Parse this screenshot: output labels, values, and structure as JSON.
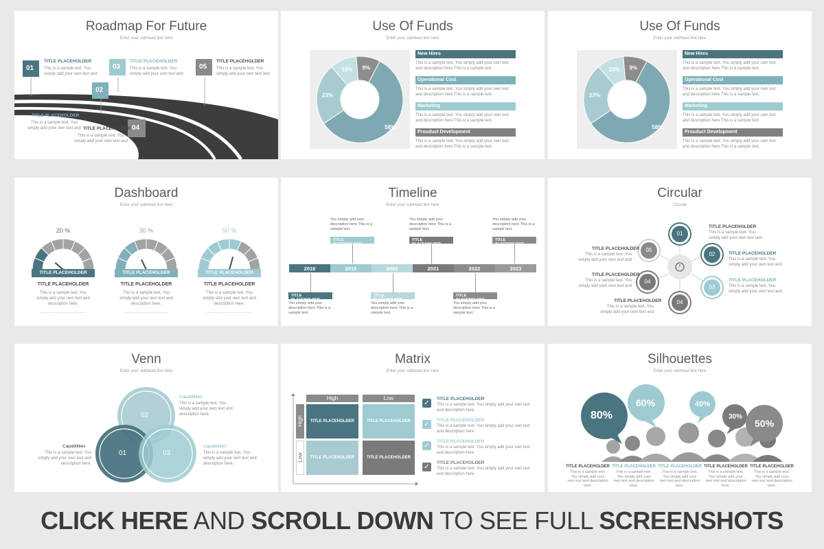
{
  "subhead": "Enter your subhead line here",
  "sample_text_a": "This is a sample text. You simply add your own text and",
  "sample_text_b": "This is a sample text. You simply add your own text and description here.",
  "sample_text_c": "This is a sample text. You simply add your own text and description here This is a sample text.",
  "sample_text_d": "You simply add your description here This is a sample text.",
  "title_placeholder": "TITLE PLACEHOLDER",
  "roadmap": {
    "title": "Roadmap For Future",
    "steps": [
      "01",
      "02",
      "03",
      "04",
      "05"
    ]
  },
  "funds": {
    "title": "Use Of Funds",
    "categories": [
      {
        "label": "New Hires",
        "color": "#4a7580"
      },
      {
        "label": "Operational Cost",
        "color": "#7fb1ba"
      },
      {
        "label": "Marketing",
        "color": "#9dcbd1"
      },
      {
        "label": "Prouduct Development",
        "color": "#808080"
      }
    ],
    "slices": [
      {
        "label": "58%",
        "value": 58,
        "color": "#7fa9b2"
      },
      {
        "label": "23%",
        "value": 23,
        "color": "#a7cbd0"
      },
      {
        "label": "10%",
        "value": 10,
        "color": "#c5e0e3"
      },
      {
        "label": "9%",
        "value": 9,
        "color": "#8d8d8d"
      }
    ]
  },
  "dashboard": {
    "title": "Dashboard",
    "gauges": [
      {
        "percent_label": "20 %",
        "value": 0.2,
        "color": "#4a7580"
      },
      {
        "percent_label": "30 %",
        "value": 0.3,
        "color": "#7fb1ba"
      },
      {
        "percent_label": "50 %",
        "value": 0.5,
        "color": "#9dcbd1"
      }
    ]
  },
  "timeline": {
    "title": "Timeline",
    "years": [
      "2018",
      "2019",
      "2020",
      "2021",
      "2022",
      "2023"
    ],
    "year_colors": [
      "#4a7580",
      "#9dcbd1",
      "#b7d8dc",
      "#7a7a7a",
      "#8c8c8c",
      "#9a9a9a"
    ]
  },
  "circular": {
    "title": "Circular",
    "subtitle": "Circular",
    "nodes": [
      "01",
      "02",
      "03",
      "04",
      "05",
      "04"
    ]
  },
  "venn": {
    "title": "Venn",
    "circles": [
      "01",
      "02",
      "03"
    ],
    "label": "Capabilities"
  },
  "matrix": {
    "title": "Matrix",
    "col_headers": [
      "High",
      "Low"
    ],
    "row_headers": [
      "High",
      "Low"
    ]
  },
  "silhouettes": {
    "title": "Silhouettes",
    "bubbles": [
      "80%",
      "60%",
      "40%",
      "30%",
      "50%"
    ]
  },
  "cta": {
    "part1": "CLICK HERE",
    "part2": " AND ",
    "part3": "SCROLL DOWN",
    "part4": " TO SEE FULL ",
    "part5": "SCREENSHOTS"
  }
}
